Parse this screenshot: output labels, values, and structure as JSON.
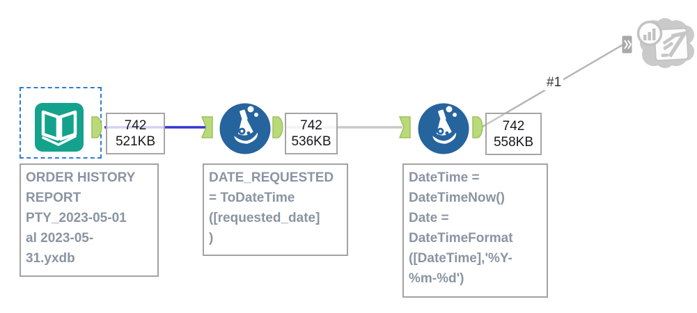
{
  "workflow": {
    "tools": [
      {
        "icon": "input-data-tool-icon",
        "selected": true,
        "annotation": "ORDER HISTORY\nREPORT\nPTY_2023-05-01\nal 2023-05-\n31.yxdb"
      },
      {
        "icon": "formula-tool-icon",
        "annotation": "DATE_REQUESTED\n= ToDateTime\n([requested_date]\n)"
      },
      {
        "icon": "formula-tool-icon",
        "annotation": "DateTime =\nDateTimeNow()\nDate =\nDateTimeFormat\n([DateTime],'%Y-\n%m-%d')"
      },
      {
        "icon": "chart-render-tool-icon",
        "disabled": true
      }
    ],
    "connections": [
      {
        "records": "742",
        "size": "521KB",
        "state": "selected"
      },
      {
        "records": "742",
        "size": "536KB",
        "state": "normal"
      },
      {
        "records": "742",
        "size": "558KB",
        "state": "normal",
        "label": "#1"
      }
    ],
    "colors": {
      "input_tool_teal": "#14a28c",
      "formula_tool_blue": "#26649e",
      "anchor_green": "#b9da78",
      "anchor_green_border": "#9fbf5d",
      "selected_connection_blue": "#3434d6",
      "connection_gray": "#c9c9c9",
      "diagonal_connection_gray": "#b6b6b6",
      "badge_border_gray": "#a5a5a5",
      "badge_text": "#18181c",
      "annotation_text_gray": "#8a94a2",
      "annotation_border_gray": "#a2a2a2",
      "selection_dash_blue": "#2d7ad2",
      "disabled_tool_gray": "#cacaca",
      "connection_label_text": "#2e2e3c"
    }
  }
}
